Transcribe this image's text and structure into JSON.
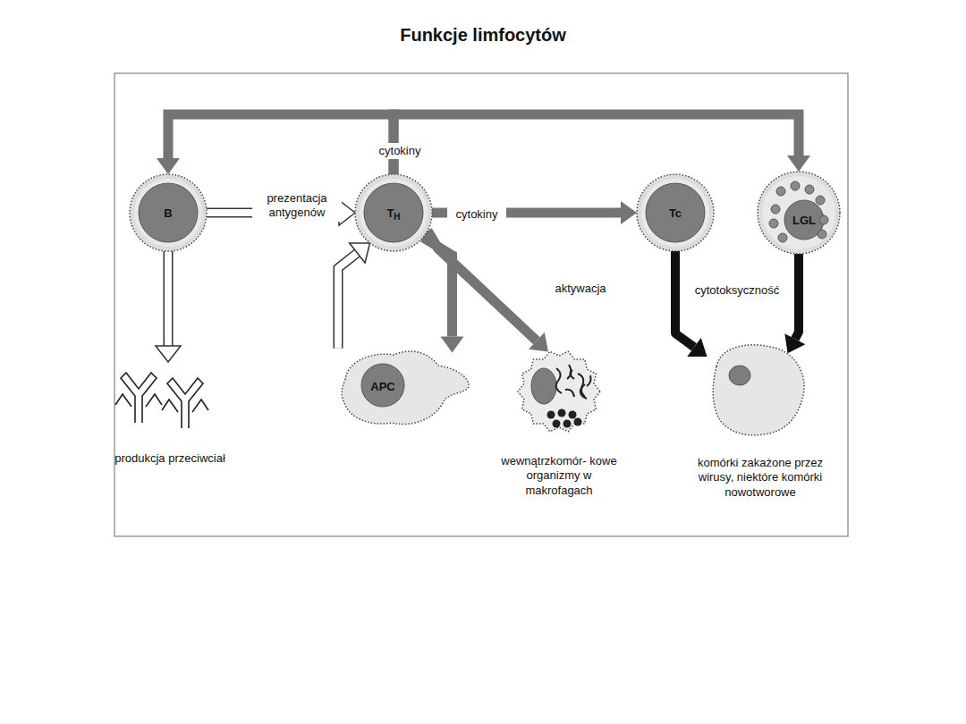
{
  "diagram": {
    "title": "Funkcje limfocytów",
    "nodes": [
      {
        "text": [
          "B"
        ]
      },
      {
        "text": [
          "T",
          "H"
        ]
      },
      {
        "text": [
          "Tc"
        ]
      },
      {
        "text": [
          "LGL"
        ]
      },
      {
        "text": [
          "produkcja przeciwciał"
        ]
      },
      {
        "text": [
          "APC"
        ]
      },
      {
        "text": [
          "wewnątrzkomór- kowe organizmy w makrofagach"
        ]
      },
      {
        "text": [
          "komórki zakażone przez wirusy, niektóre komórki nowotworowe"
        ]
      }
    ],
    "edges": [
      {
        "from": 1,
        "to": 0,
        "arrow": "to"
      },
      {
        "from": 1,
        "to": 3,
        "arrow": "to"
      },
      {
        "from": 0,
        "to": 1,
        "arrow": "to"
      },
      {
        "from": 5,
        "to": 1,
        "arrow": "to"
      },
      {
        "from": 0,
        "to": 4,
        "arrow": "to"
      },
      {
        "from": 1,
        "to": 2,
        "label": "cytokiny",
        "arrow": "to"
      },
      {
        "from": 1,
        "to": 5,
        "arrow": "to"
      },
      {
        "from": 1,
        "to": 6,
        "label": "aktywacja",
        "arrow": "to"
      },
      {
        "from": 2,
        "to": 7,
        "label": "cytotoksyczność",
        "arrow": "to"
      },
      {
        "from": 3,
        "to": 7,
        "arrow": "to"
      }
    ],
    "labels": [
      "cytokiny",
      "prezentacja antygenów"
    ]
  }
}
